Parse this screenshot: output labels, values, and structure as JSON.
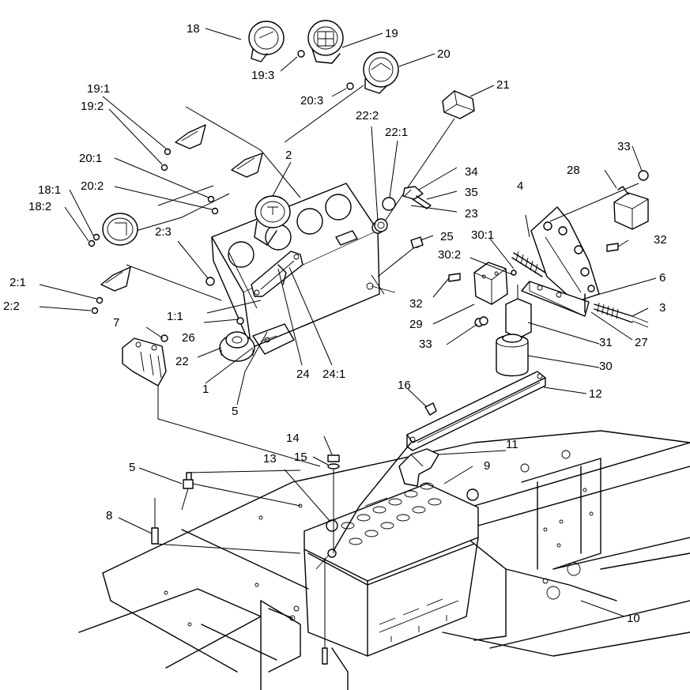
{
  "labels": {
    "p1": "1",
    "p1_1": "1:1",
    "p2": "2",
    "p2_1": "2:1",
    "p2_2": "2:2",
    "p2_3": "2:3",
    "p3": "3",
    "p4": "4",
    "p5a": "5",
    "p5b": "5",
    "p6": "6",
    "p7": "7",
    "p8": "8",
    "p9": "9",
    "p10": "10",
    "p11": "11",
    "p12": "12",
    "p13": "13",
    "p14": "14",
    "p15": "15",
    "p16": "16",
    "p18": "18",
    "p18_1": "18:1",
    "p18_2": "18:2",
    "p19": "19",
    "p19_1": "19:1",
    "p19_2": "19:2",
    "p19_3": "19:3",
    "p20": "20",
    "p20_1": "20:1",
    "p20_2": "20:2",
    "p20_3": "20:3",
    "p21": "21",
    "p22a": "22",
    "p22_1": "22:1",
    "p22_2": "22:2",
    "p23": "23",
    "p24": "24",
    "p24_1": "24:1",
    "p25": "25",
    "p26": "26",
    "p27": "27",
    "p28": "28",
    "p29": "29",
    "p30": "30",
    "p30_1": "30:1",
    "p30_2": "30:2",
    "p31": "31",
    "p32a": "32",
    "p32b": "32",
    "p33a": "33",
    "p33b": "33",
    "p34": "34",
    "p35": "35"
  }
}
